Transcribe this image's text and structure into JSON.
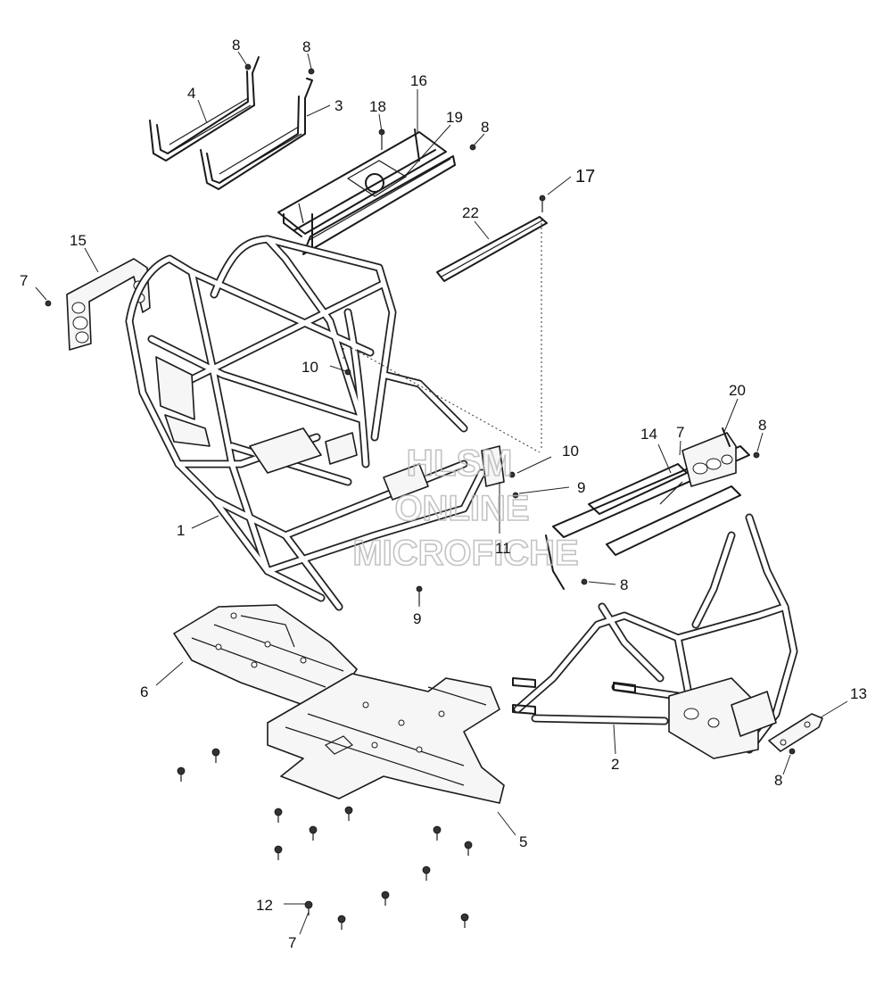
{
  "callouts": {
    "c1": "1",
    "c2": "2",
    "c3": "3",
    "c4": "4",
    "c5": "5",
    "c6": "6",
    "c7a": "7",
    "c7b": "7",
    "c7c": "7",
    "c8a": "8",
    "c8b": "8",
    "c8c": "8",
    "c8d": "8",
    "c8e": "8",
    "c8f": "8",
    "c9a": "9",
    "c9b": "9",
    "c10a": "10",
    "c10b": "10",
    "c11": "11",
    "c12": "12",
    "c13": "13",
    "c14": "14",
    "c15": "15",
    "c16": "16",
    "c17": "17",
    "c18": "18",
    "c19": "19",
    "c20": "20",
    "c22": "22"
  },
  "watermark": {
    "line1": "HLSM",
    "line2": "ONLINE",
    "line3": "MICROFICHE"
  }
}
